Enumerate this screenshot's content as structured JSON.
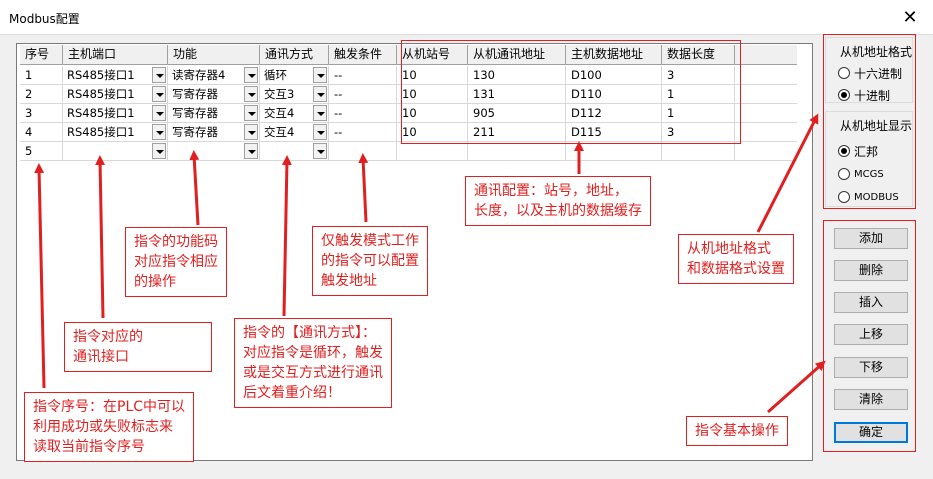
{
  "window": {
    "title": "Modbus配置",
    "close_glyph": "✕"
  },
  "table": {
    "headers": [
      "序号",
      "主机端口",
      "功能",
      "通讯方式",
      "触发条件",
      "从机站号",
      "从机通讯地址",
      "主机数据地址",
      "数据长度"
    ],
    "rows": [
      [
        "1",
        "RS485接口1",
        "读寄存器4",
        "循环",
        "--",
        "10",
        "130",
        "D100",
        "3"
      ],
      [
        "2",
        "RS485接口1",
        "写寄存器",
        "交互3",
        "--",
        "10",
        "131",
        "D110",
        "1"
      ],
      [
        "3",
        "RS485接口1",
        "写寄存器",
        "交互4",
        "--",
        "10",
        "905",
        "D112",
        "1"
      ],
      [
        "4",
        "RS485接口1",
        "写寄存器",
        "交互4",
        "--",
        "10",
        "211",
        "D115",
        "3"
      ],
      [
        "5",
        "",
        "",
        "",
        "",
        "",
        "",
        "",
        ""
      ]
    ]
  },
  "address_format": {
    "title": "从机地址格式",
    "options": [
      "十六进制",
      "十进制"
    ],
    "selected": "十进制"
  },
  "address_display": {
    "title": "从机地址显示",
    "options": [
      "汇邦",
      "MCGS",
      "MODBUS"
    ],
    "selected": "汇邦"
  },
  "buttons": {
    "add": "添加",
    "delete": "删除",
    "insert": "插入",
    "up": "上移",
    "down": "下移",
    "clear": "清除",
    "ok": "确定"
  },
  "annotations": {
    "comm_config": [
      "通讯配置：站号，地址，",
      "长度，以及主机的数据缓存"
    ],
    "function": [
      "指令的功能码",
      "对应指令相应",
      "的操作"
    ],
    "trigger": [
      "仅触发模式工作",
      "的指令可以配置",
      "触发地址"
    ],
    "port": [
      "指令对应的",
      "通讯接口"
    ],
    "comm_mode": [
      "指令的【通讯方式】：",
      "对应指令是循环，触发",
      "或是交互方式进行通讯",
      "后文着重介绍！"
    ],
    "index": [
      "指令序号：在PLC中可以",
      "利用成功或失败标志来",
      "读取当前指令序号"
    ],
    "address_settings": [
      "从机地址格式",
      "和数据格式设置"
    ],
    "basic_ops": [
      "指令基本操作"
    ]
  },
  "colors": {
    "annotation": "#e02020",
    "default_button_border": "#0078d7"
  }
}
